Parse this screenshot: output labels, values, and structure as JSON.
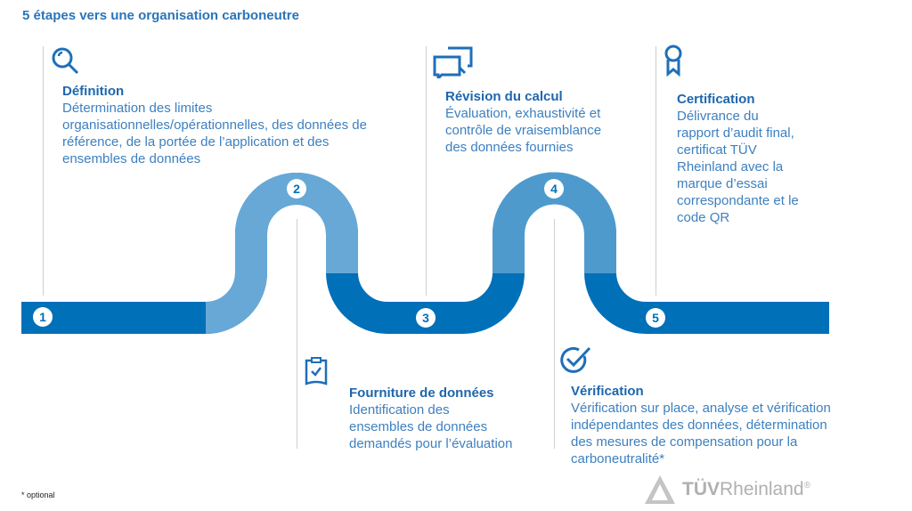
{
  "title": "5 étapes vers une organisation carboneutre",
  "colors": {
    "dark": "#0070b8",
    "light": "#67a8d6",
    "medium": "#4f9acd",
    "text": "#2b74b9"
  },
  "steps": [
    {
      "number": "1",
      "icon": "magnifier-icon",
      "heading": "Définition",
      "lines": [
        "Détermination des limites",
        "organisationnelles/opérationnelles, des données de",
        "référence, de la portée de l’application et des",
        "ensembles de données"
      ]
    },
    {
      "number": "2",
      "icon": "clipboard-check-icon",
      "heading": "Fourniture de données",
      "lines": [
        "Identification des",
        "ensembles de données",
        "demandés pour l’évaluation"
      ]
    },
    {
      "number": "3",
      "icon": "chat-bubbles-icon",
      "heading": "Révision du calcul",
      "lines": [
        "Évaluation, exhaustivité et",
        "contrôle de vraisemblance",
        "des données fournies"
      ]
    },
    {
      "number": "4",
      "icon": "check-circle-icon",
      "heading": "Vérification",
      "lines": [
        "Vérification sur place, analyse et vérification",
        "indépendantes des données, détermination",
        "des mesures de compensation pour la",
        "carboneutralité*"
      ]
    },
    {
      "number": "5",
      "icon": "award-ribbon-icon",
      "heading": "Certification",
      "lines": [
        "Délivrance du",
        "rapport d’audit final,",
        "certificat TÜV",
        "Rheinland avec la",
        "marque d’essai",
        "correspondante et le",
        "code QR"
      ]
    }
  ],
  "footnote": "* optional",
  "logo": {
    "part1": "TÜV",
    "part2": "Rheinland",
    "mark": "®"
  }
}
